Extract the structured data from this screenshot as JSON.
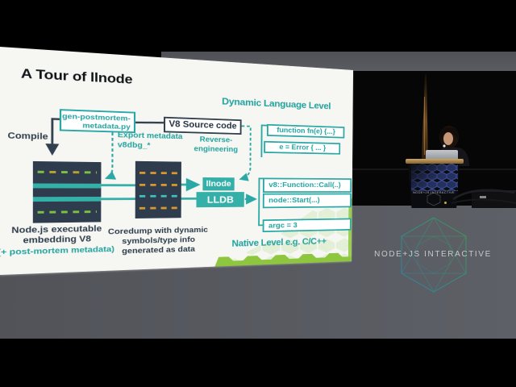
{
  "slide": {
    "title": "A Tour of llnode",
    "colors": {
      "accent_teal": "#2aa8a5",
      "dark_navy": "#2e3c4e",
      "green": "#7cc142",
      "orange": "#d9982b",
      "slide_bg": "#f6f6f2"
    },
    "labels": {
      "compile": "Compile",
      "export_line1": "Export metadata",
      "export_line2": "v8dbg_*",
      "reverse_line1": "Reverse-",
      "reverse_line2": "engineering",
      "dynamic_title": "Dynamic Language Level",
      "native_title": "Native Level e.g. C/C++",
      "watermark": "NODE+JS INTERACTIVE"
    },
    "boxes": {
      "gen_line1": "gen-postmortem-",
      "gen_line2": "metadata.py",
      "v8_source": "V8 Source code",
      "fn": "function fn(e) {...}",
      "error": "e = Error { ... }",
      "llnode": "llnode",
      "lldb": "LLDB",
      "v8call": "v8::Function::Call(..)",
      "nodestart": "node::Start(...)",
      "argc": "argc = 3"
    },
    "exec_caption": [
      "Node.js executable",
      "embedding V8",
      "(+ post-mortem metadata)"
    ],
    "core_caption": [
      "Coredump with dynamic",
      "symbols/type info",
      "generated as data"
    ]
  },
  "stage": {
    "wall_logo_text": "NODE+JS INTERACTIVE",
    "podium_text": "NODE+JS-INTERACTIVE"
  }
}
